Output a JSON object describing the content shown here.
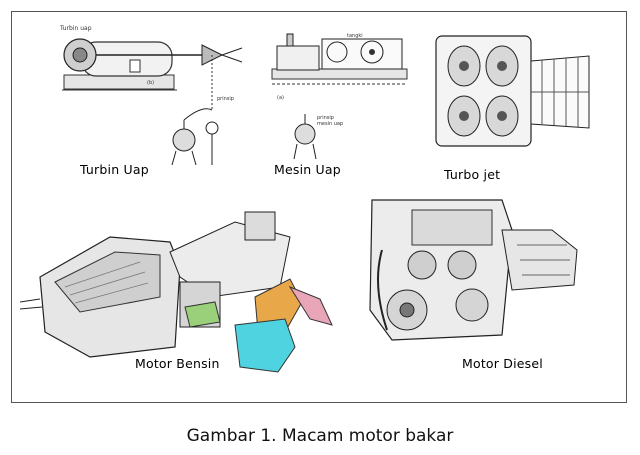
{
  "figure": {
    "labels": {
      "turbin_uap": "Turbin  Uap",
      "mesin_uap": "Mesin  Uap",
      "turbo_jet": "Turbo jet",
      "motor_bensin": "Motor Bensin",
      "motor_diesel": "Motor Diesel"
    },
    "caption": "Gambar 1.  Macam motor bakar"
  },
  "colors": {
    "line": "#333333",
    "gray_fill": "#d8d8d8",
    "orange_part": "#e8a84a",
    "cyan_part": "#4fd3e0",
    "green_part": "#9ad07a",
    "pink_part": "#e9a6b8"
  }
}
